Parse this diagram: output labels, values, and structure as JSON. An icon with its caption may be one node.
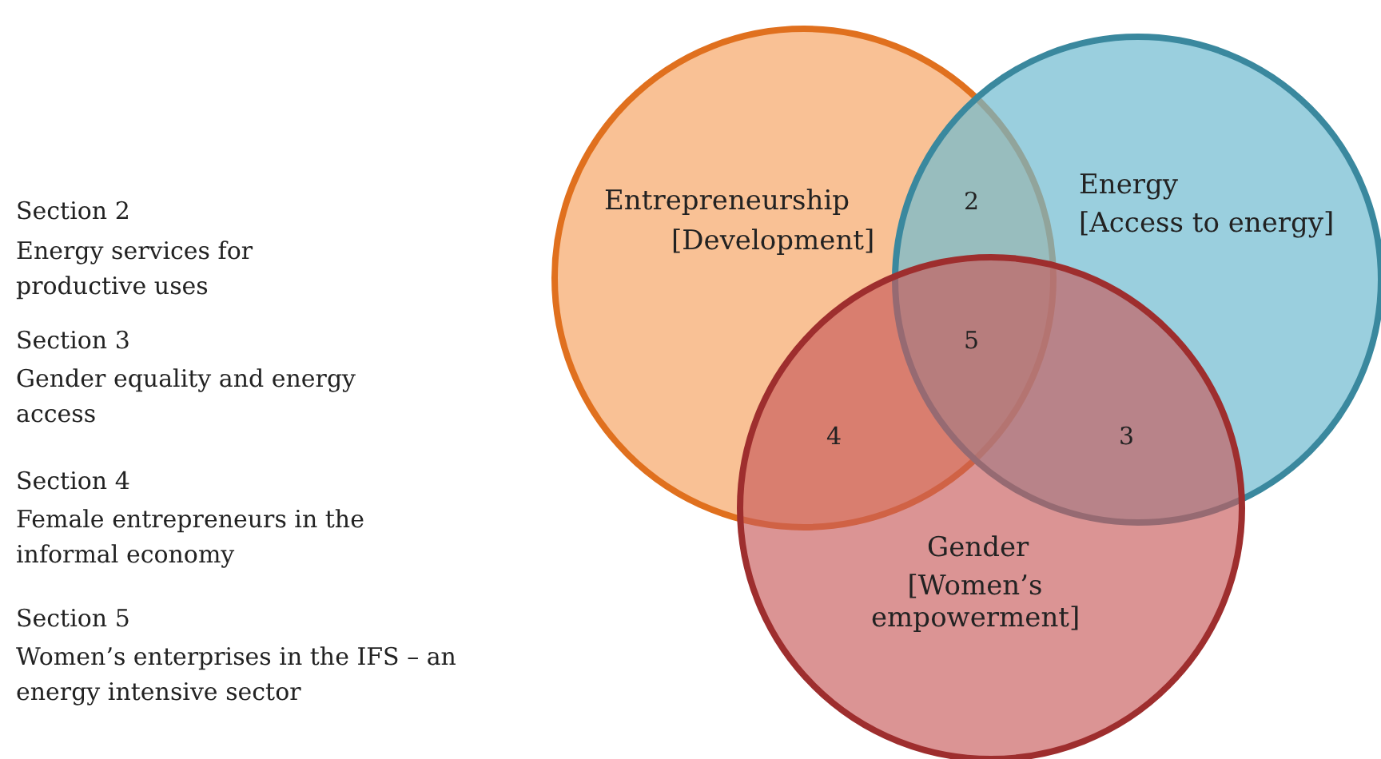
{
  "diagram": {
    "nodes": [
      {
        "text": [
          "Entrepreneurship",
          "[Development]"
        ]
      },
      {
        "text": [
          "Energy",
          "[Access to energy]"
        ]
      },
      {
        "text": [
          "Gender",
          "[Women’s empowerment]"
        ]
      }
    ],
    "labels": [
      "Section 2",
      "Energy services for productive uses",
      "Section 3",
      "Gender equality and energy access",
      "Section 4",
      "Female entrepreneurs in the informal economy",
      "Section 5",
      "Women’s enterprises in the IFS – an energy intensive sector",
      "2",
      "5",
      "4",
      "3"
    ]
  }
}
